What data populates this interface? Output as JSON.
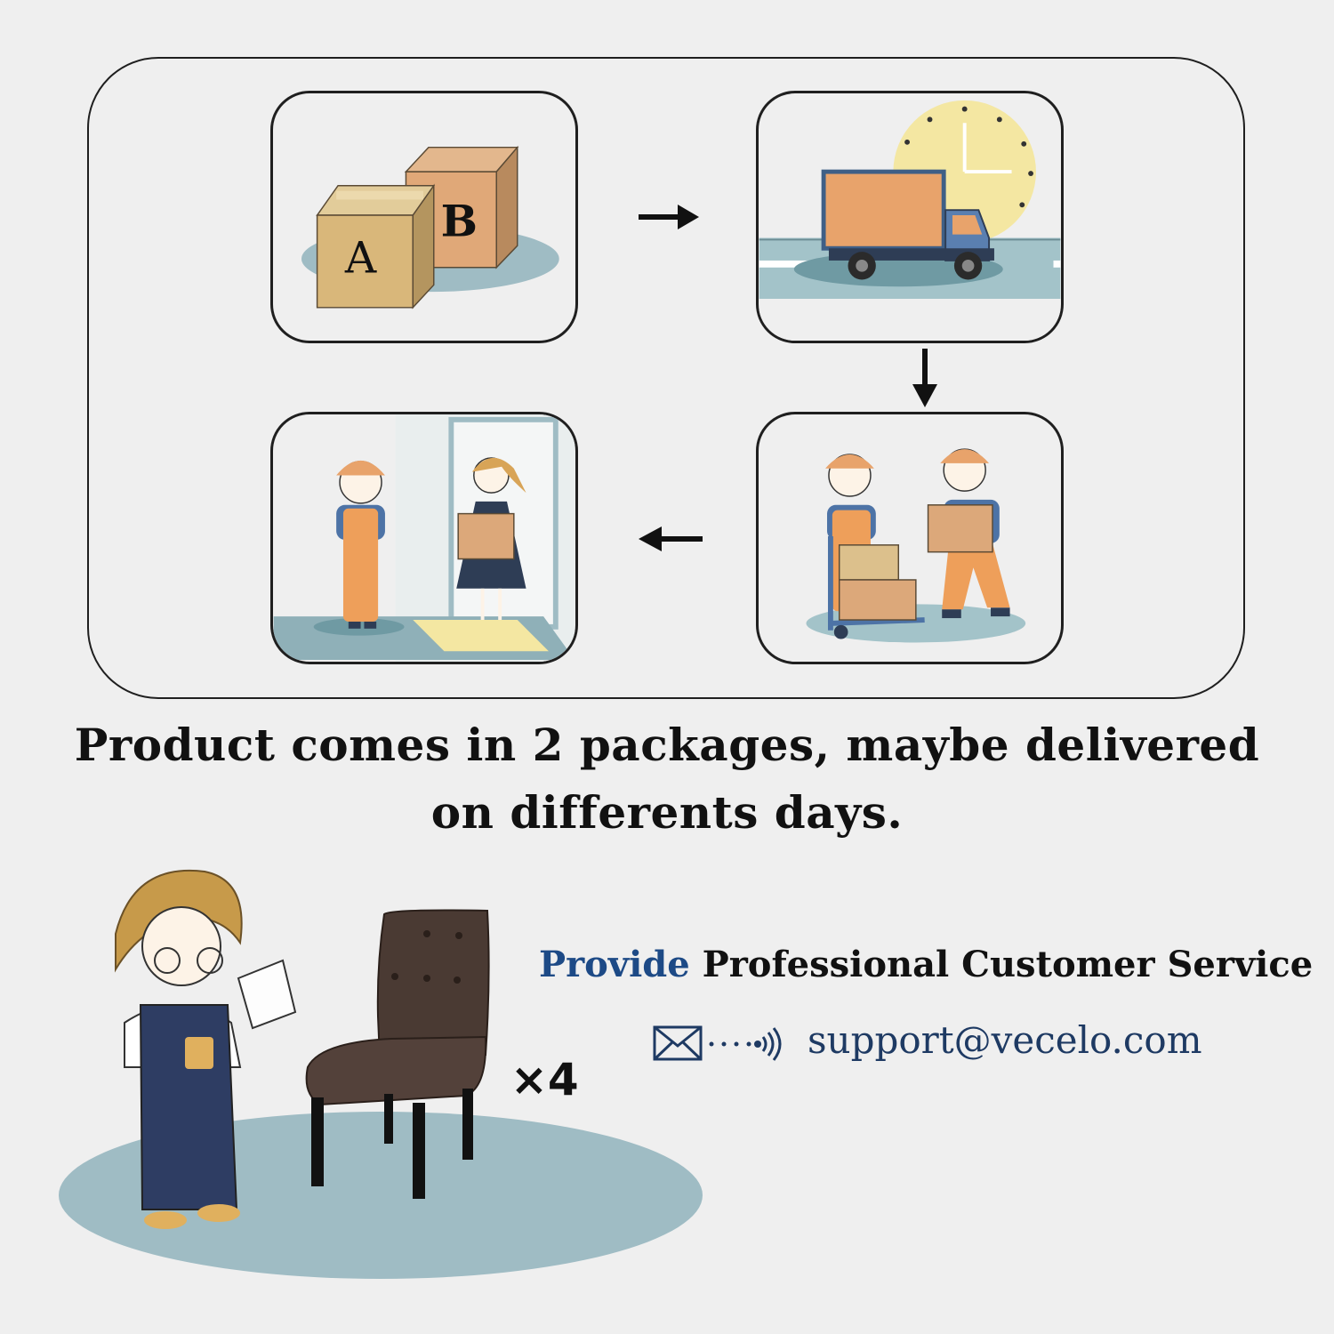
{
  "panels": {
    "box_a_label": "A",
    "box_b_label": "B"
  },
  "caption": {
    "line1": "Product comes in 2 packages, maybe delivered",
    "line2": "on differents days."
  },
  "service": {
    "highlight": "Provide",
    "rest": " Professional Customer Service"
  },
  "contact": {
    "email": "support@vecelo.com",
    "icon": "envelope-icon"
  },
  "quantity": "×4",
  "colors": {
    "background": "#efefef",
    "accent_blue": "#1d4a86",
    "box_tan": "#d9b77a",
    "truck_orange": "#e8a36b",
    "shadow_blue": "#9fbcc4"
  }
}
